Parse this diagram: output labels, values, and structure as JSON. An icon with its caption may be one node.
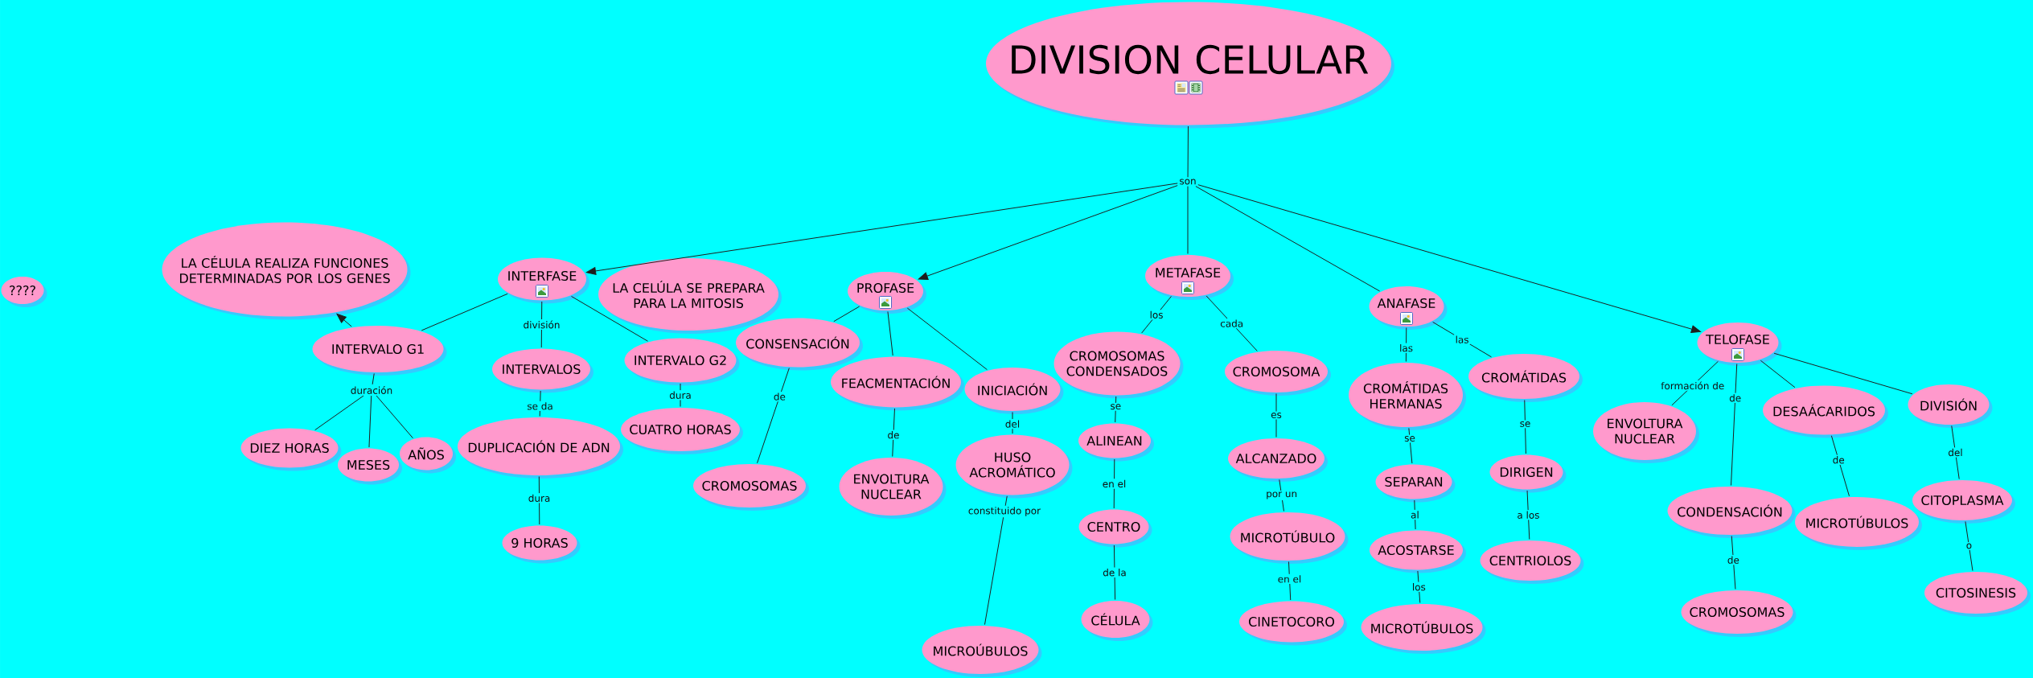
{
  "diagram": {
    "nodes": [
      {
        "text": [
          "DIVISION CELULAR"
        ]
      },
      {
        "text": [
          "son"
        ]
      },
      {
        "text": [
          "????"
        ]
      },
      {
        "text": [
          "LA CÉLULA REALIZA FUNCIONES DETERMINADAS POR LOS GENES"
        ]
      },
      {
        "text": [
          "INTERFASE"
        ]
      },
      {
        "text": [
          "LA CELÚLA SE PREPARA PARA LA MITOSIS"
        ]
      },
      {
        "text": [
          "PROFASE"
        ]
      },
      {
        "text": [
          "METAFASE"
        ]
      },
      {
        "text": [
          "ANAFASE"
        ]
      },
      {
        "text": [
          "TELOFASE"
        ]
      },
      {
        "text": [
          "INTERVALO G1"
        ]
      },
      {
        "text": [
          "duración"
        ]
      },
      {
        "text": [
          "DIEZ HORAS"
        ]
      },
      {
        "text": [
          "MESES"
        ]
      },
      {
        "text": [
          "AÑOS"
        ]
      },
      {
        "text": [
          "INTERVALOS"
        ]
      },
      {
        "text": [
          "DUPLICACIÓN DE ADN"
        ]
      },
      {
        "text": [
          "9 HORAS"
        ]
      },
      {
        "text": [
          "INTERVALO G2"
        ]
      },
      {
        "text": [
          "CUATRO HORAS"
        ]
      },
      {
        "text": [
          "CONSENSACIÓN"
        ]
      },
      {
        "text": [
          "CROMOSOMAS"
        ]
      },
      {
        "text": [
          "FEACMENTACIÓN"
        ]
      },
      {
        "text": [
          "ENVOLTURA NUCLEAR"
        ]
      },
      {
        "text": [
          "INICIACIÓN"
        ]
      },
      {
        "text": [
          "HUSO ACROMÁTICO"
        ]
      },
      {
        "text": [
          "MICROÚBULOS"
        ]
      },
      {
        "text": [
          "CROMOSOMAS CONDENSADOS"
        ]
      },
      {
        "text": [
          "ALINEAN"
        ]
      },
      {
        "text": [
          "CENTRO"
        ]
      },
      {
        "text": [
          "CÉLULA"
        ]
      },
      {
        "text": [
          "CROMOSOMA"
        ]
      },
      {
        "text": [
          "ALCANZADO"
        ]
      },
      {
        "text": [
          "MICROTÚBULO"
        ]
      },
      {
        "text": [
          "CINETOCORO"
        ]
      },
      {
        "text": [
          "CROMÁTIDAS HERMANAS"
        ]
      },
      {
        "text": [
          "SEPARAN"
        ]
      },
      {
        "text": [
          "ACOSTARSE"
        ]
      },
      {
        "text": [
          "MICROTÚBULOS"
        ]
      },
      {
        "text": [
          "CROMÁTIDAS"
        ]
      },
      {
        "text": [
          "DIRIGEN"
        ]
      },
      {
        "text": [
          "CENTRIOLOS"
        ]
      },
      {
        "text": [
          "ENVOLTURA NUCLEAR"
        ]
      },
      {
        "text": [
          "CONDENSACIÓN"
        ]
      },
      {
        "text": [
          "CROMOSOMAS"
        ]
      },
      {
        "text": [
          "DESAÁCARIDOS"
        ]
      },
      {
        "text": [
          "MICROTÚBULOS"
        ]
      },
      {
        "text": [
          "DIVISIÓN"
        ]
      },
      {
        "text": [
          "CITOPLASMA"
        ]
      },
      {
        "text": [
          "CITOSINESIS"
        ]
      }
    ],
    "edges": [
      {
        "from": 0,
        "to": 1,
        "arrow": "none"
      },
      {
        "from": 1,
        "to": 4,
        "arrow": "to"
      },
      {
        "from": 1,
        "to": 6,
        "arrow": "to"
      },
      {
        "from": 1,
        "to": 7,
        "arrow": "none"
      },
      {
        "from": 1,
        "to": 8,
        "arrow": "none"
      },
      {
        "from": 1,
        "to": 9,
        "arrow": "to"
      },
      {
        "from": 10,
        "to": 3,
        "arrow": "to"
      },
      {
        "from": 4,
        "to": 10,
        "arrow": "none"
      },
      {
        "from": 4,
        "to": 15,
        "arrow": "none",
        "label": "división"
      },
      {
        "from": 4,
        "to": 18,
        "arrow": "none"
      },
      {
        "from": 10,
        "to": 11,
        "arrow": "none"
      },
      {
        "from": 11,
        "to": 12,
        "arrow": "none"
      },
      {
        "from": 11,
        "to": 13,
        "arrow": "none"
      },
      {
        "from": 11,
        "to": 14,
        "arrow": "none"
      },
      {
        "from": 15,
        "to": 16,
        "arrow": "none",
        "label": "se da"
      },
      {
        "from": 16,
        "to": 17,
        "arrow": "none",
        "label": "dura"
      },
      {
        "from": 18,
        "to": 19,
        "arrow": "none",
        "label": "dura"
      },
      {
        "from": 6,
        "to": 20,
        "arrow": "none"
      },
      {
        "from": 6,
        "to": 22,
        "arrow": "none"
      },
      {
        "from": 6,
        "to": 24,
        "arrow": "none"
      },
      {
        "from": 20,
        "to": 21,
        "arrow": "none",
        "label": "de"
      },
      {
        "from": 22,
        "to": 23,
        "arrow": "none",
        "label": "de"
      },
      {
        "from": 24,
        "to": 25,
        "arrow": "none",
        "label": "del"
      },
      {
        "from": 25,
        "to": 26,
        "arrow": "none",
        "label": "constituido por"
      },
      {
        "from": 7,
        "to": 27,
        "arrow": "none",
        "label": "los"
      },
      {
        "from": 27,
        "to": 28,
        "arrow": "none",
        "label": "se"
      },
      {
        "from": 28,
        "to": 29,
        "arrow": "none",
        "label": "en el"
      },
      {
        "from": 29,
        "to": 30,
        "arrow": "none",
        "label": "de la"
      },
      {
        "from": 7,
        "to": 31,
        "arrow": "none",
        "label": "cada"
      },
      {
        "from": 31,
        "to": 32,
        "arrow": "none",
        "label": "es"
      },
      {
        "from": 32,
        "to": 33,
        "arrow": "none",
        "label": "por un"
      },
      {
        "from": 33,
        "to": 34,
        "arrow": "none",
        "label": "en el"
      },
      {
        "from": 8,
        "to": 35,
        "arrow": "none",
        "label": "las"
      },
      {
        "from": 35,
        "to": 36,
        "arrow": "none",
        "label": "se"
      },
      {
        "from": 36,
        "to": 37,
        "arrow": "none",
        "label": "al"
      },
      {
        "from": 37,
        "to": 38,
        "arrow": "none",
        "label": "los"
      },
      {
        "from": 8,
        "to": 39,
        "arrow": "none",
        "label": "las"
      },
      {
        "from": 39,
        "to": 40,
        "arrow": "none",
        "label": "se"
      },
      {
        "from": 40,
        "to": 41,
        "arrow": "none",
        "label": "a los"
      },
      {
        "from": 9,
        "to": 42,
        "arrow": "none",
        "label": "formación de"
      },
      {
        "from": 9,
        "to": 43,
        "arrow": "none",
        "label": "de"
      },
      {
        "from": 43,
        "to": 44,
        "arrow": "none",
        "label": "de"
      },
      {
        "from": 9,
        "to": 45,
        "arrow": "none"
      },
      {
        "from": 45,
        "to": 46,
        "arrow": "none",
        "label": "de"
      },
      {
        "from": 9,
        "to": 47,
        "arrow": "none"
      },
      {
        "from": 47,
        "to": 48,
        "arrow": "none",
        "label": "del"
      },
      {
        "from": 48,
        "to": 49,
        "arrow": "none",
        "label": "o"
      }
    ]
  }
}
